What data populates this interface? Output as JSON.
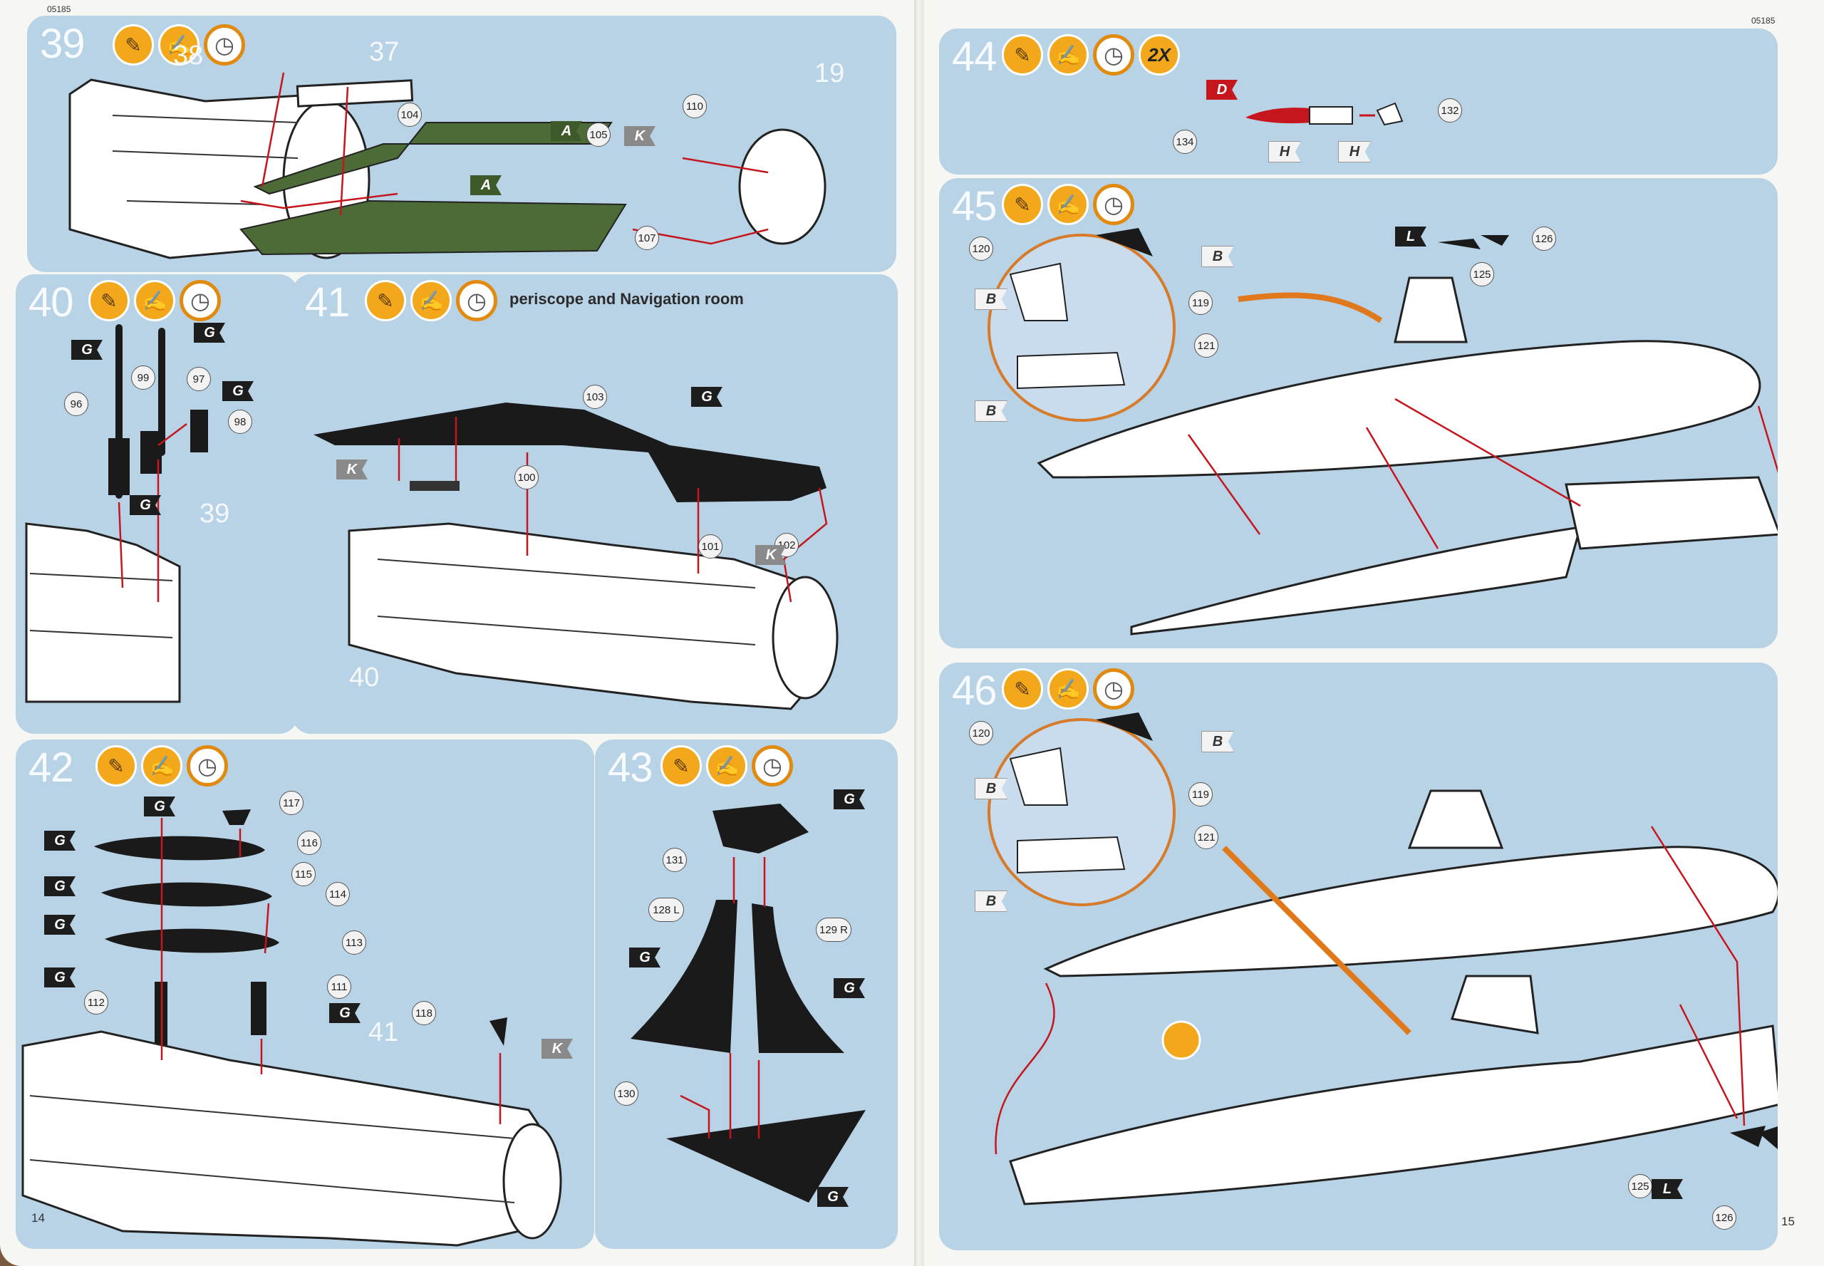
{
  "header": {
    "code_left": "05185",
    "code_right": "05185"
  },
  "pages": {
    "left": "14",
    "right": "15"
  },
  "steps": {
    "s39": {
      "num": "39",
      "ref1": "38",
      "ref2": "37",
      "ref3": "19"
    },
    "s40": {
      "num": "40",
      "ref1": "39"
    },
    "s41": {
      "num": "41",
      "caption": "periscope and Navigation room",
      "ref1": "40"
    },
    "s42": {
      "num": "42",
      "ref1": "41"
    },
    "s43": {
      "num": "43"
    },
    "s44": {
      "num": "44",
      "multiplier": "2X"
    },
    "s45": {
      "num": "45"
    },
    "s46": {
      "num": "46"
    }
  },
  "parts": {
    "p104": "104",
    "p105": "105",
    "p107": "107",
    "p110": "110",
    "p96": "96",
    "p99": "99",
    "p97": "97",
    "p98": "98",
    "p103": "103",
    "p100": "100",
    "p101": "101",
    "p102": "102",
    "p117": "117",
    "p116": "116",
    "p115": "115",
    "p114": "114",
    "p113": "113",
    "p111": "111",
    "p112": "112",
    "p118": "118",
    "p131": "131",
    "p128": "128 L",
    "p129": "129 R",
    "p130": "130",
    "p134": "134",
    "p132": "132",
    "p120": "120",
    "p119": "119",
    "p121": "121",
    "p126": "126",
    "p125": "125",
    "p120b": "120",
    "p119b": "119",
    "p121b": "121",
    "p125b": "125",
    "p126b": "126"
  },
  "colors": {
    "A": "A",
    "K": "K",
    "G": "G",
    "D": "D",
    "H": "H",
    "B": "B",
    "L": "L"
  },
  "icons": [
    "glue-icon",
    "paintbrush-icon",
    "clock-icon"
  ]
}
